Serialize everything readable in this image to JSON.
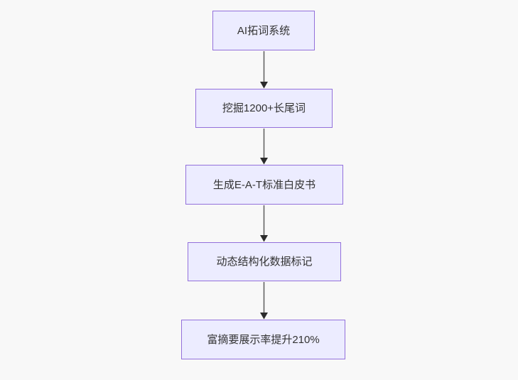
{
  "page": {
    "background_color": "#f8f8f8"
  },
  "flowchart": {
    "type": "flowchart",
    "direction": "top-down",
    "nodes": [
      {
        "id": "A",
        "label": "AI拓词系统"
      },
      {
        "id": "B",
        "label": "挖掘1200+长尾词"
      },
      {
        "id": "C",
        "label": "生成E-A-T标准白皮书"
      },
      {
        "id": "D",
        "label": "动态结构化数据标记"
      },
      {
        "id": "E",
        "label": "富摘要展示率提升210%"
      }
    ],
    "edges": [
      {
        "from": "AI拓词系统",
        "to": "挖掘1200+长尾词"
      },
      {
        "from": "挖掘1200+长尾词",
        "to": "生成E-A-T标准白皮书"
      },
      {
        "from": "生成E-A-T标准白皮书",
        "to": "动态结构化数据标记"
      },
      {
        "from": "动态结构化数据标记",
        "to": "富摘要展示率提升210%"
      }
    ],
    "style": {
      "node_fill": "#ECECFF",
      "node_border": "#9370DB",
      "text_color": "#333333",
      "edge_color": "#5c5c5c",
      "arrowhead_color": "#2b2b2b"
    }
  }
}
